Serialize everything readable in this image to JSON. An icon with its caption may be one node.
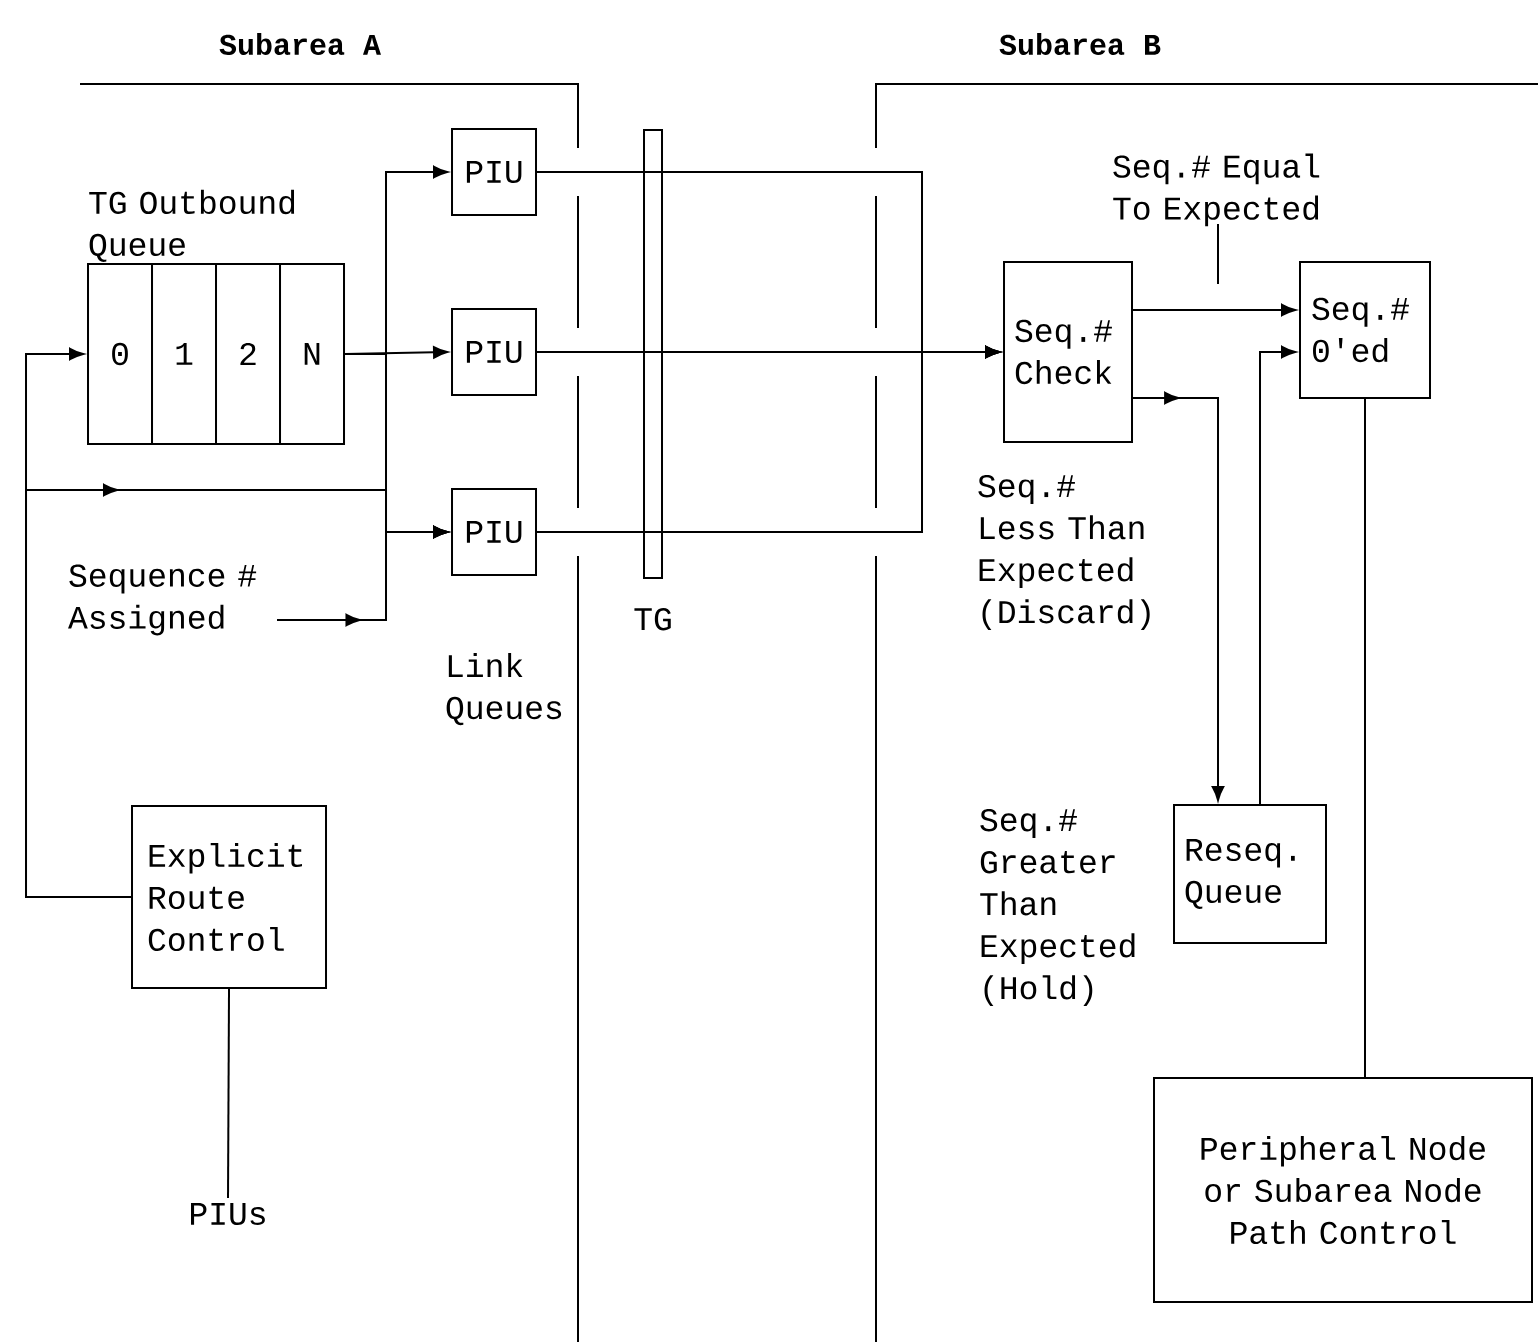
{
  "diagram": {
    "nodes": [
      {
        "text": [
          "TG Outbound Queue"
        ]
      },
      {
        "text": [
          "0"
        ],
        "in": 0
      },
      {
        "text": [
          "1"
        ],
        "in": 0
      },
      {
        "text": [
          "2"
        ],
        "in": 0
      },
      {
        "text": [
          "N"
        ],
        "in": 0
      },
      {
        "text": [
          "PIU"
        ]
      },
      {
        "text": [
          "PIU"
        ]
      },
      {
        "text": [
          "PIU"
        ]
      },
      {
        "text": [
          "TG"
        ]
      },
      {
        "text": [
          "Seq.# Check"
        ]
      },
      {
        "text": [
          "Seq.# 0'ed"
        ]
      },
      {
        "text": [
          "Reseq. Queue"
        ]
      },
      {
        "text": [
          "Explicit Route Control"
        ]
      },
      {
        "text": [
          "Peripheral Node or Subarea Node Path Control"
        ]
      },
      {
        "text": [
          "Sequence # Assigned"
        ]
      },
      {
        "text": [
          "PIUs"
        ]
      }
    ],
    "edges": [
      {
        "from": 0,
        "to": 5,
        "arrow": "to"
      },
      {
        "from": 0,
        "to": 6,
        "arrow": "to"
      },
      {
        "from": 0,
        "to": 7,
        "arrow": "to"
      },
      {
        "from": 14,
        "to": 7,
        "arrow": "to"
      },
      {
        "from": 12,
        "to": 1,
        "arrow": "to"
      },
      {
        "from": 12,
        "to": 7,
        "arrow": "to"
      },
      {
        "from": 12,
        "to": 15,
        "arrow": "none"
      },
      {
        "from": 5,
        "to": 9,
        "arrow": "to"
      },
      {
        "from": 6,
        "to": 9,
        "arrow": "to"
      },
      {
        "from": 7,
        "to": 9,
        "arrow": "to"
      },
      {
        "from": 9,
        "to": 10,
        "arrow": "to",
        "label": "Seq.# Equal To Expected"
      },
      {
        "from": 9,
        "to": 11,
        "arrow": "to",
        "label": "Seq.# Greater Than Expected (Hold)"
      },
      {
        "from": 11,
        "to": 10,
        "arrow": "to"
      },
      {
        "from": 10,
        "to": 13,
        "arrow": "none"
      }
    ],
    "labels": [
      "Subarea A",
      "Subarea B",
      "Seq.# Less Than Expected (Discard)",
      "Link Queues"
    ]
  }
}
